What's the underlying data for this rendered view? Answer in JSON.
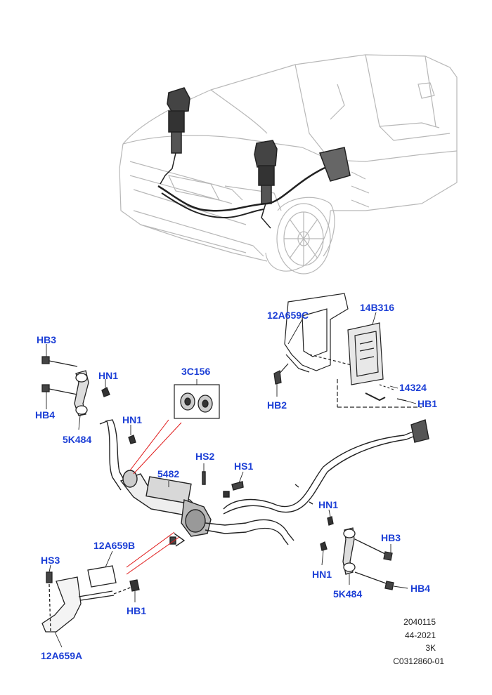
{
  "callouts": {
    "c12A659C": "12A659C",
    "c14B316": "14B316",
    "HB3_left": "HB3",
    "HN1_left_a": "HN1",
    "c3C156": "3C156",
    "HB4_left": "HB4",
    "HN1_left_b": "HN1",
    "c5K484_left": "5K484",
    "HS2": "HS2",
    "HS1": "HS1",
    "c5482": "5482",
    "HB2": "HB2",
    "c14324": "14324",
    "HB1_top": "HB1",
    "HN1_right_a": "HN1",
    "HB3_right": "HB3",
    "HN1_right_b": "HN1",
    "c5K484_right": "5K484",
    "HB4_right": "HB4",
    "c12A659B": "12A659B",
    "HS3": "HS3",
    "HB1_bottom": "HB1",
    "c12A659A": "12A659A"
  },
  "meta": {
    "line1": "2040115",
    "line2": "44-2021",
    "line3": "3K",
    "line4": "C0312860-01"
  },
  "colors": {
    "callout": "#1c3fd6",
    "leader": "#e01818",
    "outline": "#222222",
    "car": "#b8b8b8"
  }
}
